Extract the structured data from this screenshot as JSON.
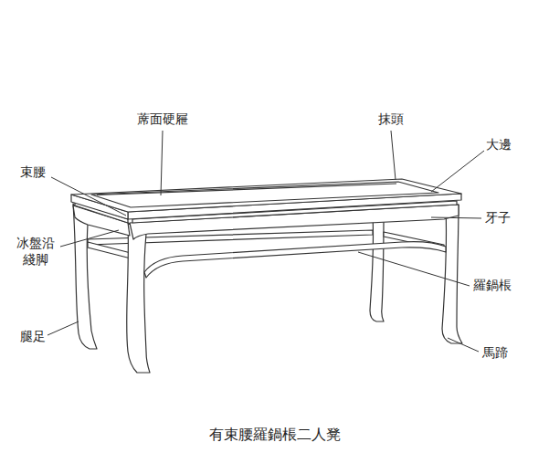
{
  "diagram": {
    "caption": "有束腰羅鍋棖二人凳",
    "labels": [
      "蓆面硬屜",
      "抹頭",
      "大邊",
      "束腰",
      "牙子",
      "冰盤沿 綫脚",
      "羅鍋棖",
      "腿足",
      "馬蹄"
    ]
  }
}
